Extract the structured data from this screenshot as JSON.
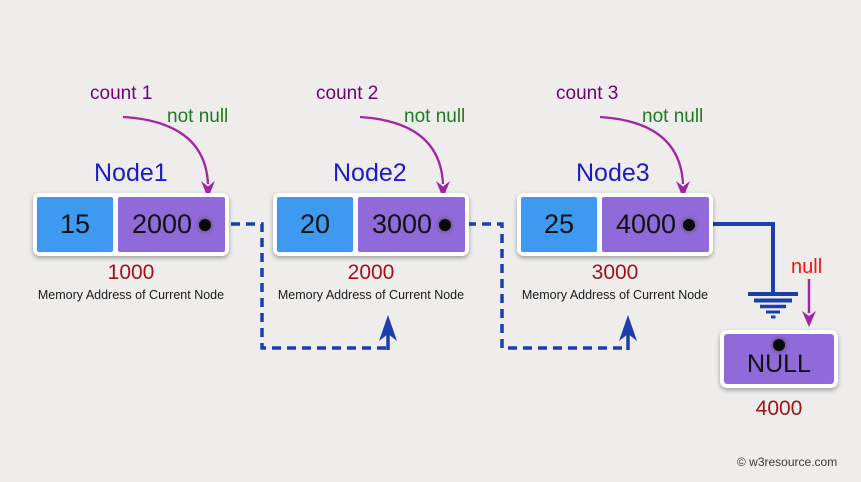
{
  "colors": {
    "background": "#eeedec",
    "data_cell": "#3e9af0",
    "pointer_cell": "#8f6ad8",
    "count_label": "#730073",
    "status_label": "#1e7a1e",
    "node_title": "#1c1cc4",
    "address": "#9e1313",
    "null_label": "#fb0e0e",
    "connector": "#1c3ead",
    "count_arrow": "#a226a2",
    "watermark": "#3a3a3a"
  },
  "nodes": [
    {
      "count_label": "count 1",
      "status_label": "not null",
      "title": "Node1",
      "value": "15",
      "pointer": "2000",
      "address": "1000",
      "caption": "Memory Address of Current Node"
    },
    {
      "count_label": "count 2",
      "status_label": "not null",
      "title": "Node2",
      "value": "20",
      "pointer": "3000",
      "address": "2000",
      "caption": "Memory Address of Current Node"
    },
    {
      "count_label": "count 3",
      "status_label": "not null",
      "title": "Node3",
      "value": "25",
      "pointer": "4000",
      "address": "3000",
      "caption": "Memory Address of Current Node"
    }
  ],
  "null_node": {
    "pointer_label": "null",
    "label": "NULL",
    "address": "4000"
  },
  "watermark": {
    "text": "© w3resource.com"
  }
}
